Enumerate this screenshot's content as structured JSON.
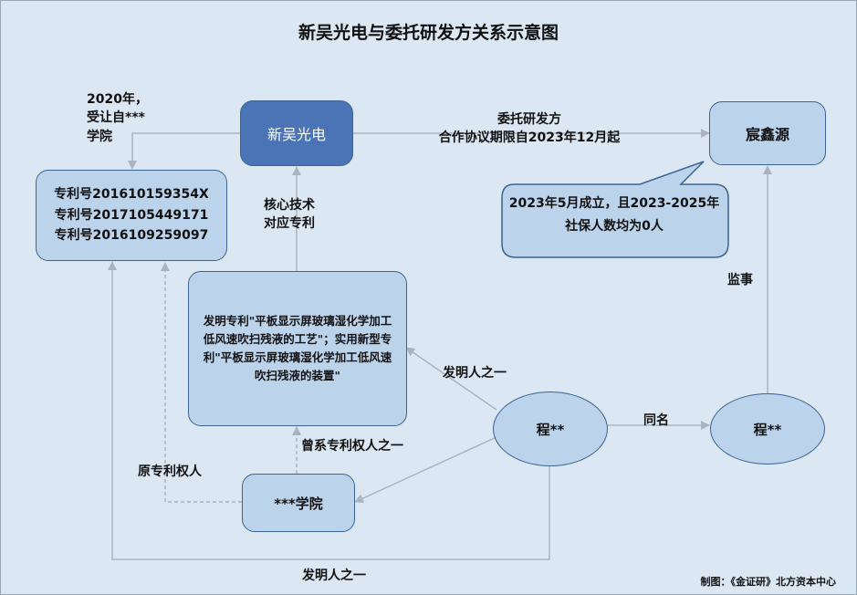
{
  "title": "新吴光电与委托研发方关系示意图",
  "nodes": {
    "xinwu": "新吴光电",
    "chenxinyuan": "宸鑫源",
    "patents": "专利号201610159354X\n专利号2017105449171\n专利号2016109259097",
    "patent_desc": "发明专利\"平板显示屏玻璃湿化学加工低风速吹扫残液的工艺\"；实用新型专利\"平板显示屏玻璃湿化学加工低风速吹扫残液的装置\"",
    "cheng1": "程**",
    "cheng2": "程**",
    "college": "***学院",
    "callout": "2023年5月成立，且2023-2025年社保人数均为0人"
  },
  "labels": {
    "transfer": "2020年，\n受让自***\n学院",
    "entrust": "委托研发方\n合作协议期限自2023年12月起",
    "core_tech": "核心技术\n对应专利",
    "inventor_upper": "发明人之一",
    "same_name": "同名",
    "supervisor": "监事",
    "former_holder": "曾系专利权人之一",
    "original_holder": "原专利权人",
    "inventor_lower": "发明人之一"
  },
  "credit": "制图：《金证研》北方资本中心",
  "colors": {
    "background": "#dbe8f4",
    "box_fill": "#bcd3ec",
    "box_border": "#3c6393",
    "dark_box_fill": "#4a74b5",
    "arrow": "#a9b4bf"
  }
}
